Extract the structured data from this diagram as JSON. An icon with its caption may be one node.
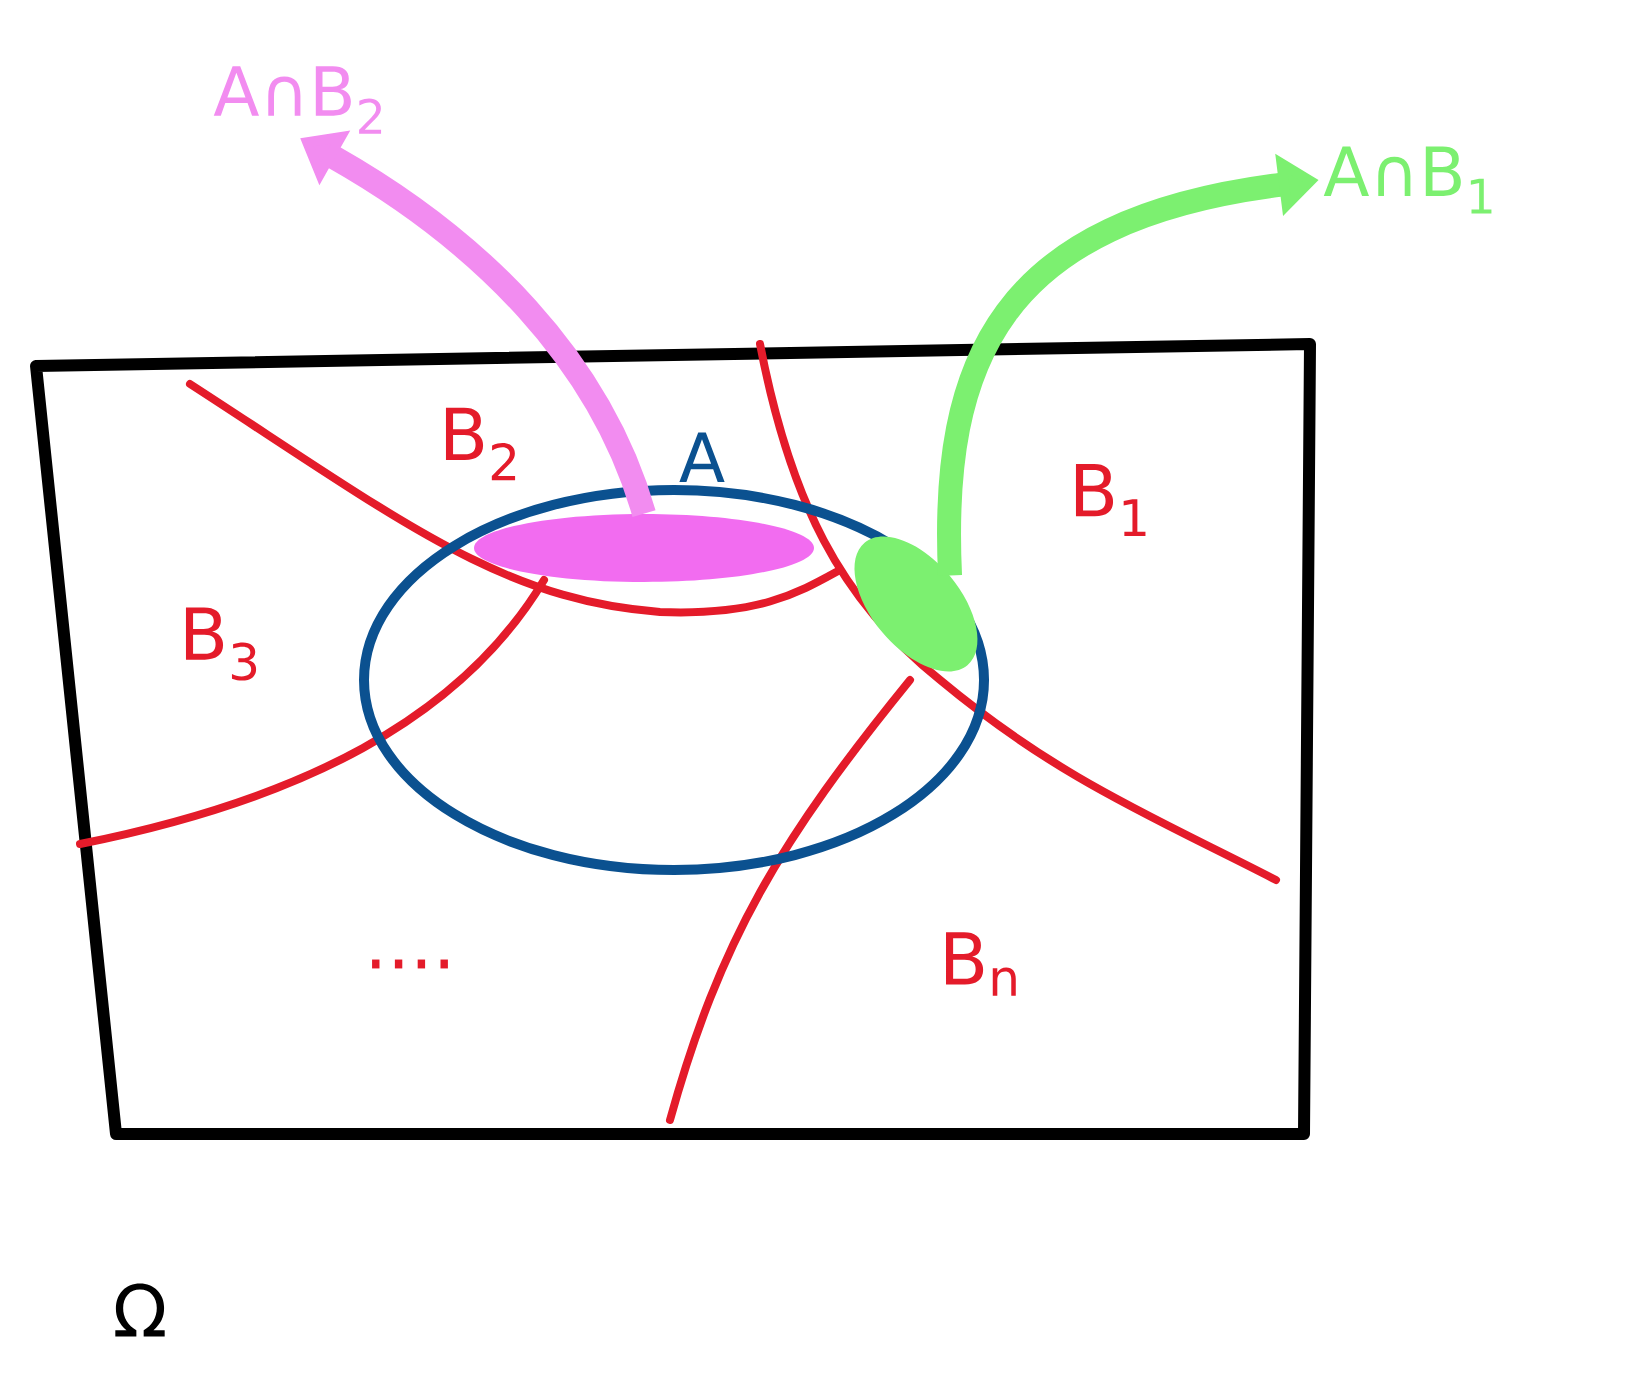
{
  "diagram": {
    "nodes": [
      {
        "text": [
          "A∩B$_{2}$"
        ]
      },
      {
        "text": [
          "A∩B$_{1}$"
        ]
      },
      {
        "text": [
          "A"
        ]
      },
      {
        "text": [],
        "shape": "blob",
        "in": 2
      },
      {
        "text": [],
        "shape": "blob",
        "in": 2
      }
    ],
    "edges": [
      {
        "from": 3,
        "to": 0,
        "arrow": "to",
        "color": "#f28cf0"
      },
      {
        "from": 4,
        "to": 1,
        "arrow": "to",
        "color": "#7cf070"
      }
    ],
    "labels": [
      "B$_{2}$",
      "B$_{1}$",
      "B$_{3}$",
      "....",
      "B$_{n}$",
      "Ω"
    ]
  }
}
